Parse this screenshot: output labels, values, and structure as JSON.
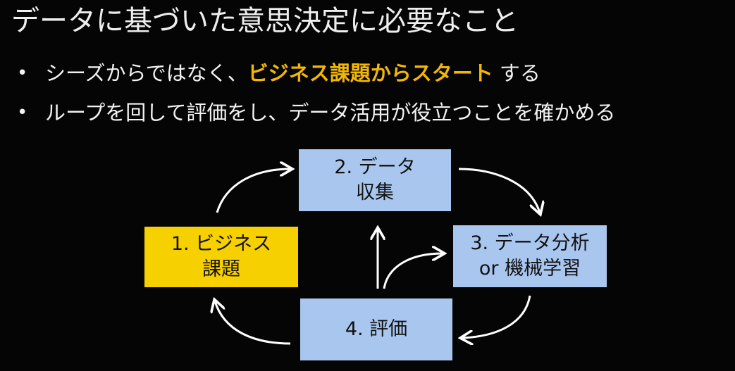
{
  "slide": {
    "title": "データに基づいた意思決定に必要なこと",
    "bullets": [
      {
        "marker": "•",
        "before": "シーズからではなく、",
        "highlight": "ビジネス課題からスタート",
        "after": " する"
      },
      {
        "marker": "•",
        "before": "ループを回して評価をし、データ活用が役立つことを確かめる",
        "highlight": "",
        "after": ""
      }
    ],
    "colors": {
      "background": "#050505",
      "highlight": "#f2b705",
      "box_blue": "#a9c6ef",
      "box_yellow": "#f7d000",
      "arrow": "#ffffff"
    }
  },
  "diagram": {
    "nodes": [
      {
        "id": "business",
        "label": "1. ビジネス\n課題",
        "color": "#f7d000"
      },
      {
        "id": "collect",
        "label": "2. データ\n収集",
        "color": "#a9c6ef"
      },
      {
        "id": "analyze",
        "label": "3. データ分析\nor 機械学習",
        "color": "#a9c6ef"
      },
      {
        "id": "evaluate",
        "label": "4. 評価",
        "color": "#a9c6ef"
      }
    ],
    "edges": [
      {
        "from": "business",
        "to": "collect"
      },
      {
        "from": "collect",
        "to": "analyze"
      },
      {
        "from": "analyze",
        "to": "evaluate"
      },
      {
        "from": "evaluate",
        "to": "business"
      },
      {
        "from": "evaluate",
        "to": "collect"
      },
      {
        "from": "evaluate",
        "to": "analyze"
      }
    ]
  }
}
